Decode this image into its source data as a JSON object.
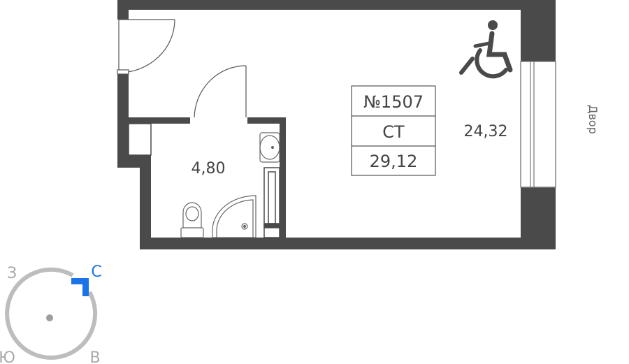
{
  "apartment": {
    "number": "№1507",
    "type": "СТ",
    "total_area": "29,12"
  },
  "rooms": {
    "living_area": "24,32",
    "bathroom_area": "4,80"
  },
  "orientation": {
    "side_label": "Двор",
    "compass": {
      "north": "С",
      "south": "Ю",
      "east": "В",
      "west": "З"
    }
  },
  "icons": {
    "accessibility": "wheelchair-icon"
  },
  "colors": {
    "wall": "#4a4a4a",
    "text": "#444444",
    "compass_ring": "#bdbdbd",
    "compass_north": "#1a73e8"
  }
}
